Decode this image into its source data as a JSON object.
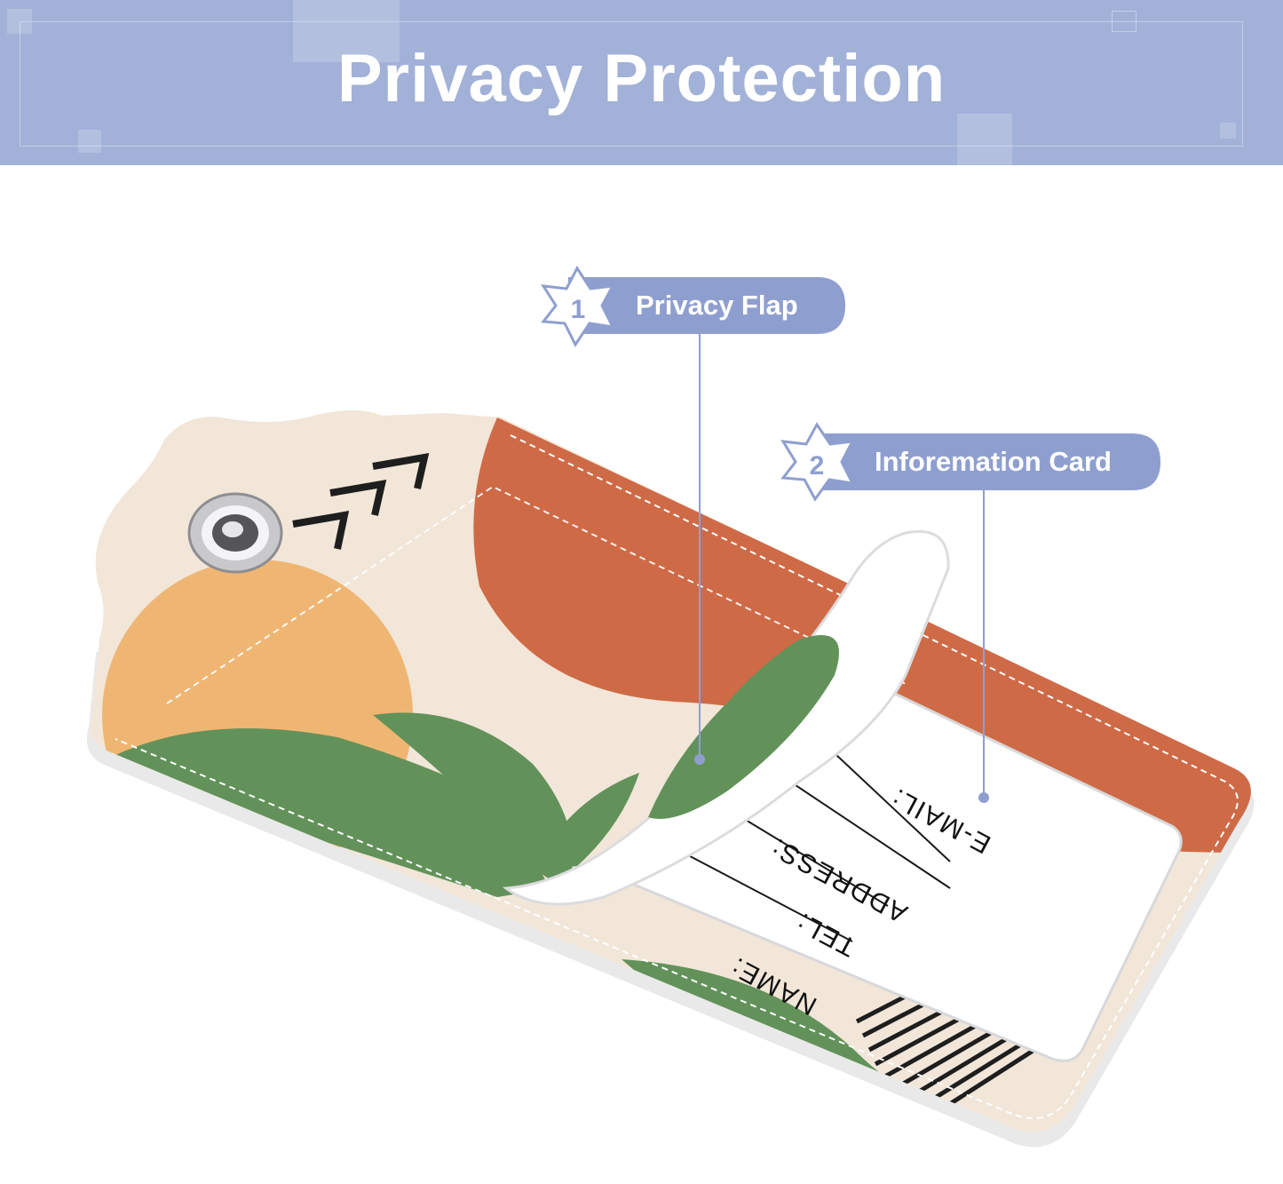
{
  "header": {
    "title": "Privacy Protection"
  },
  "callouts": [
    {
      "number": "1",
      "label": "Privacy Flap"
    },
    {
      "number": "2",
      "label": "Inforemation Card"
    }
  ],
  "card_fields": [
    "E-MAIL:",
    "ADDRESS:",
    "TEL:",
    "NAME:"
  ],
  "colors": {
    "banner": "#a1b1d8",
    "pill": "#8e9fcf",
    "leather": "#f1e6d8",
    "terracotta": "#cf6a47",
    "sun": "#efb673",
    "leaf": "#62925a"
  }
}
